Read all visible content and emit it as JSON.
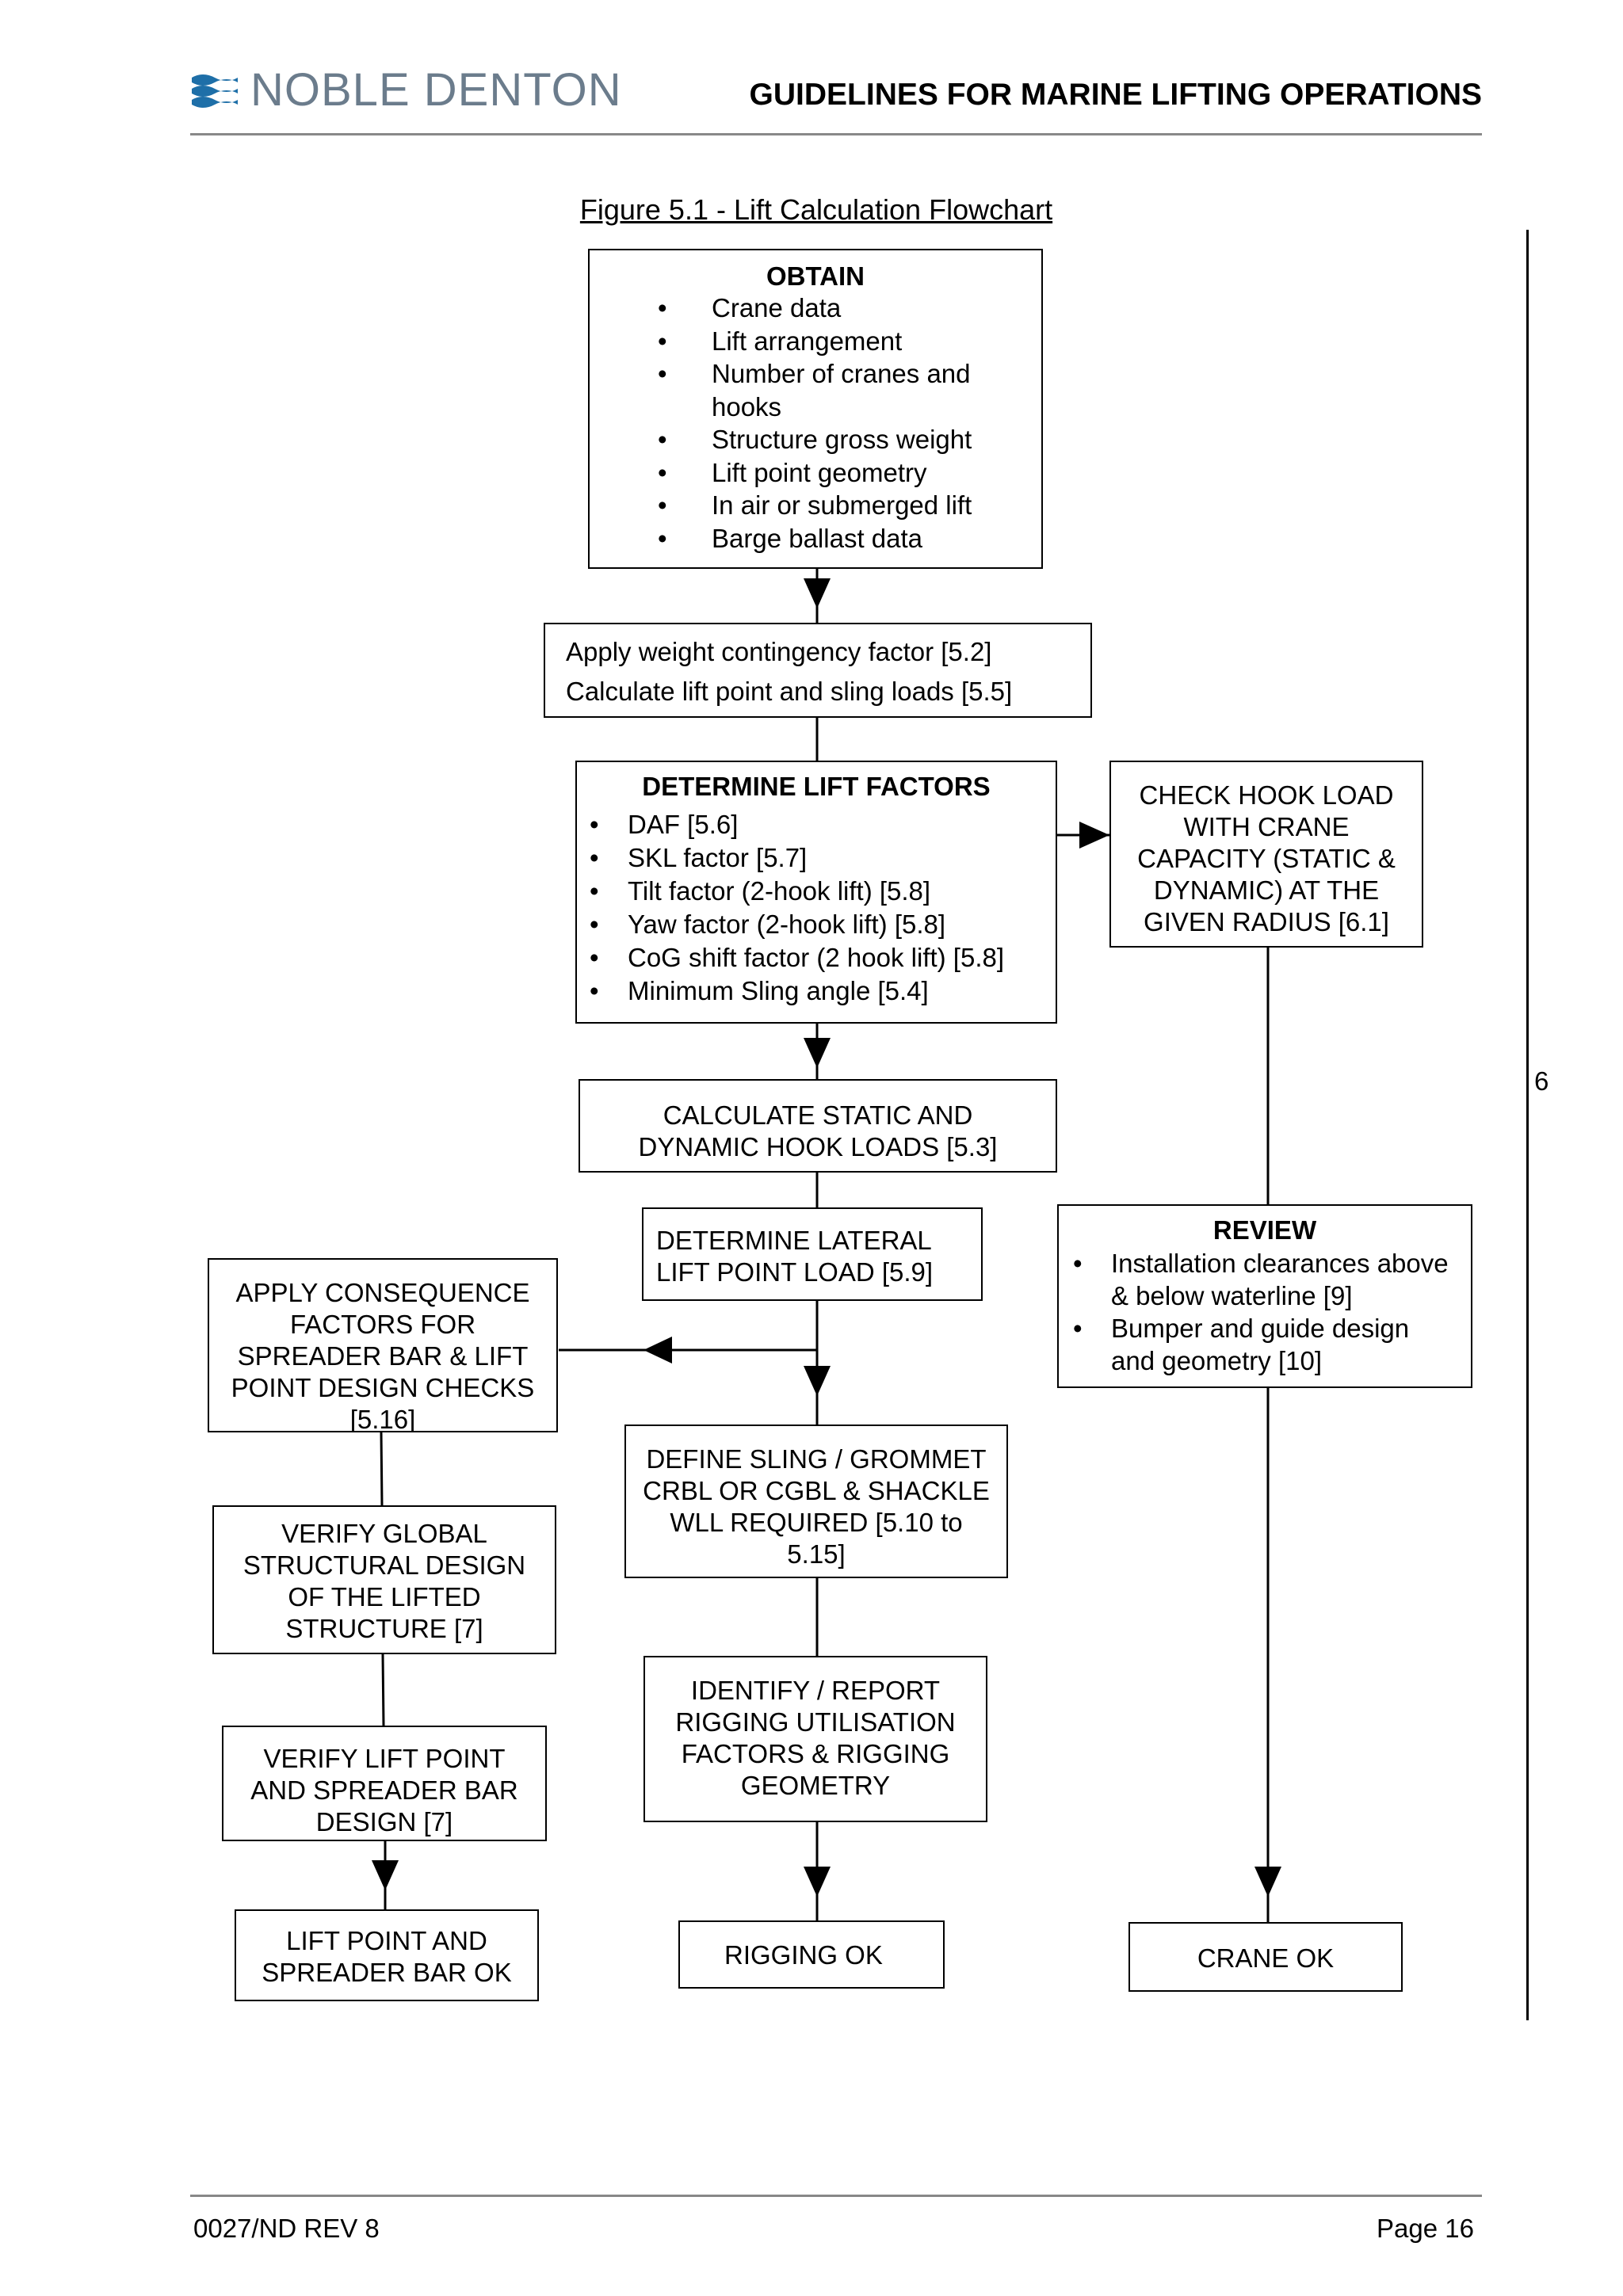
{
  "header": {
    "logo_text": "NOBLE DENTON",
    "title": "GUIDELINES FOR MARINE LIFTING OPERATIONS"
  },
  "figure_caption": "Figure 5.1 - Lift Calculation Flowchart",
  "margin_note": "6",
  "nodes": {
    "obtain": {
      "title": "OBTAIN",
      "items": [
        "Crane data",
        "Lift arrangement",
        "Number of cranes and hooks",
        "Structure gross weight",
        "Lift point geometry",
        "In air or submerged lift",
        "Barge ballast data"
      ]
    },
    "apply_weight": {
      "lines": [
        "Apply weight contingency factor [5.2]",
        "Calculate lift point and sling loads [5.5]"
      ]
    },
    "lift_factors": {
      "title": "DETERMINE LIFT FACTORS",
      "items": [
        "DAF [5.6]",
        "SKL factor  [5.7]",
        "Tilt factor (2-hook lift) [5.8]",
        "Yaw factor (2-hook lift) [5.8]",
        "CoG  shift factor (2 hook lift) [5.8]",
        "Minimum Sling angle [5.4]"
      ]
    },
    "check_hook": {
      "text": "CHECK HOOK LOAD WITH CRANE CAPACITY (STATIC & DYNAMIC) AT THE GIVEN RADIUS [6.1]"
    },
    "calc_static": {
      "text": "CALCULATE STATIC AND DYNAMIC HOOK LOADS [5.3]"
    },
    "lateral": {
      "text": "DETERMINE LATERAL LIFT POINT LOAD [5.9]"
    },
    "review": {
      "title": "REVIEW",
      "items": [
        "Installation clearances above & below waterline [9]",
        "Bumper and guide design and geometry [10]"
      ]
    },
    "consequence": {
      "text": "APPLY CONSEQUENCE FACTORS FOR SPREADER BAR & LIFT POINT DESIGN CHECKS [5.16]"
    },
    "define_sling": {
      "text": "DEFINE SLING / GROMMET CRBL OR CGBL & SHACKLE WLL REQUIRED [5.10 to 5.15]"
    },
    "verify_global": {
      "text": "VERIFY GLOBAL STRUCTURAL DESIGN OF THE LIFTED STRUCTURE [7]"
    },
    "identify": {
      "text": "IDENTIFY / REPORT RIGGING UTILISATION FACTORS & RIGGING GEOMETRY"
    },
    "verify_lift": {
      "text": "VERIFY LIFT POINT AND SPREADER BAR DESIGN [7]"
    },
    "lp_ok": {
      "text": "LIFT POINT AND SPREADER BAR OK"
    },
    "rigging_ok": {
      "text": "RIGGING OK"
    },
    "crane_ok": {
      "text": "CRANE OK"
    }
  },
  "edges": [
    {
      "from": "obtain",
      "to": "apply_weight",
      "arrow": true
    },
    {
      "from": "apply_weight",
      "to": "lift_factors",
      "arrow": false
    },
    {
      "from": "lift_factors",
      "to": "check_hook",
      "arrow": true
    },
    {
      "from": "lift_factors",
      "to": "calc_static",
      "arrow": true
    },
    {
      "from": "calc_static",
      "to": "lateral",
      "arrow": false
    },
    {
      "from": "lateral",
      "to": "consequence",
      "arrow": true
    },
    {
      "from": "lateral",
      "to": "define_sling",
      "arrow": true
    },
    {
      "from": "check_hook",
      "to": "review",
      "arrow": false
    },
    {
      "from": "review",
      "to": "crane_ok",
      "arrow": true
    },
    {
      "from": "define_sling",
      "to": "identify",
      "arrow": false
    },
    {
      "from": "identify",
      "to": "rigging_ok",
      "arrow": true
    },
    {
      "from": "consequence",
      "to": "verify_global",
      "arrow": false
    },
    {
      "from": "verify_global",
      "to": "verify_lift",
      "arrow": false
    },
    {
      "from": "verify_lift",
      "to": "lp_ok",
      "arrow": true
    }
  ],
  "footer": {
    "doc_ref": "0027/ND REV 8",
    "page": "Page 16"
  },
  "colors": {
    "logo_blue": "#1e6fa8",
    "logo_text": "#6b7c8c",
    "rule": "#888888"
  }
}
